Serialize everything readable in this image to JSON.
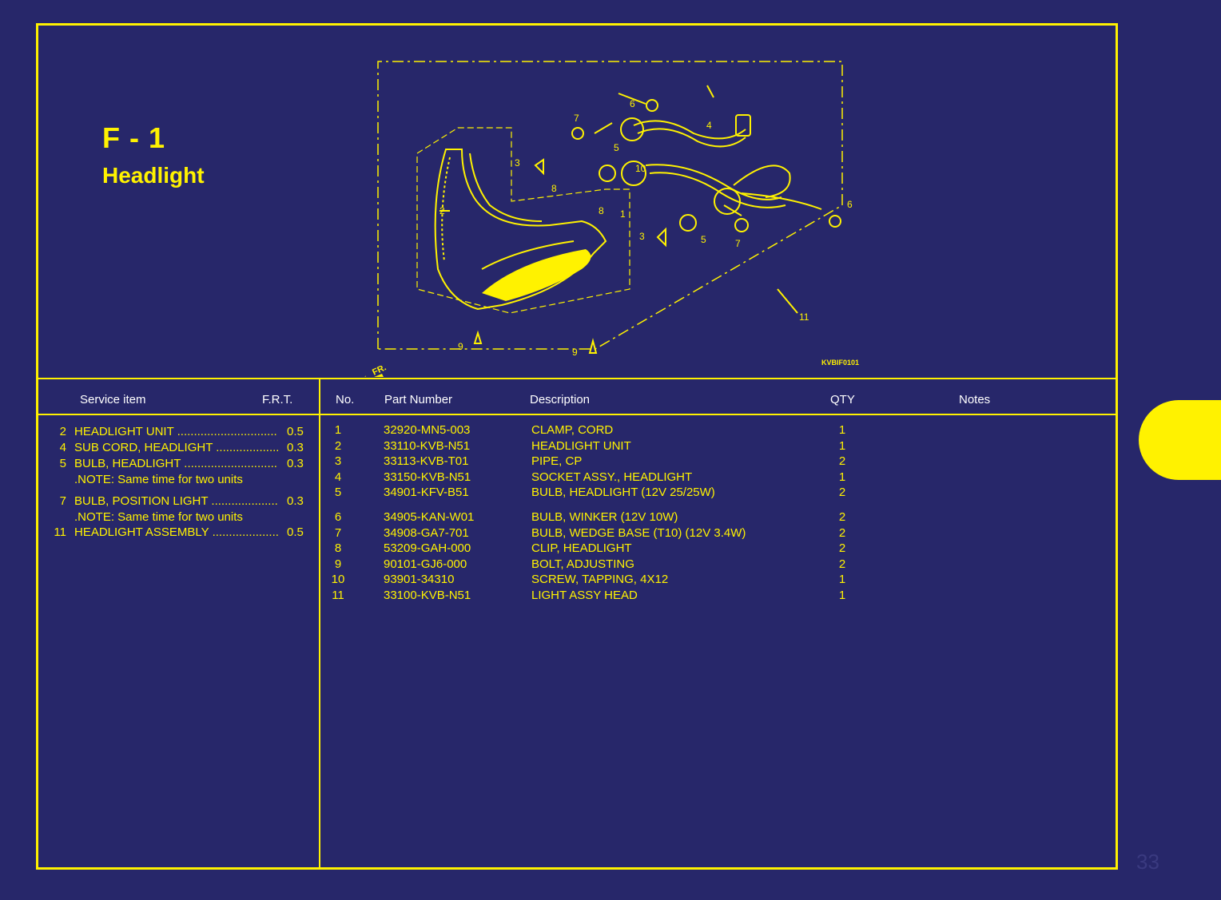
{
  "section": {
    "code": "F - 1",
    "title": "Headlight"
  },
  "figure": {
    "code": "KVBIF0101",
    "front_marker": "FR.",
    "callouts": [
      "1",
      "2",
      "3",
      "3",
      "4",
      "5",
      "5",
      "6",
      "6",
      "7",
      "7",
      "8",
      "8",
      "9",
      "9",
      "10",
      "11"
    ]
  },
  "service_table": {
    "header": {
      "item": "Service item",
      "frt": "F.R.T."
    },
    "rows": [
      {
        "num": "2",
        "name": "HEADLIGHT UNIT",
        "frt": "0.5"
      },
      {
        "num": "4",
        "name": "SUB CORD, HEADLIGHT",
        "frt": "0.3"
      },
      {
        "num": "5",
        "name": "BULB, HEADLIGHT",
        "frt": "0.3"
      },
      {
        "num": "7",
        "name": "BULB, POSITION LIGHT",
        "frt": "0.3"
      },
      {
        "num": "11",
        "name": "HEADLIGHT ASSEMBLY",
        "frt": "0.5"
      }
    ],
    "notes": [
      ".NOTE: Same time for two units",
      ".NOTE: Same time for two units"
    ]
  },
  "parts_table": {
    "header": {
      "no": "No.",
      "part_number": "Part Number",
      "description": "Description",
      "qty": "QTY",
      "notes": "Notes"
    },
    "rows": [
      {
        "no": "1",
        "part_number": "32920-MN5-003",
        "description": "CLAMP, CORD",
        "qty": "1"
      },
      {
        "no": "2",
        "part_number": "33110-KVB-N51",
        "description": "HEADLIGHT UNIT",
        "qty": "1"
      },
      {
        "no": "3",
        "part_number": "33113-KVB-T01",
        "description": "PIPE, CP",
        "qty": "2"
      },
      {
        "no": "4",
        "part_number": "33150-KVB-N51",
        "description": "SOCKET ASSY., HEADLIGHT",
        "qty": "1"
      },
      {
        "no": "5",
        "part_number": "34901-KFV-B51",
        "description": "BULB, HEADLIGHT (12V 25/25W)",
        "qty": "2"
      },
      {
        "no": "6",
        "part_number": "34905-KAN-W01",
        "description": "BULB, WINKER (12V 10W)",
        "qty": "2"
      },
      {
        "no": "7",
        "part_number": "34908-GA7-701",
        "description": "BULB, WEDGE BASE (T10) (12V 3.4W)",
        "qty": "2"
      },
      {
        "no": "8",
        "part_number": "53209-GAH-000",
        "description": "CLIP, HEADLIGHT",
        "qty": "2"
      },
      {
        "no": "9",
        "part_number": "90101-GJ6-000",
        "description": "BOLT, ADJUSTING",
        "qty": "2"
      },
      {
        "no": "10",
        "part_number": "93901-34310",
        "description": "SCREW, TAPPING, 4X12",
        "qty": "1"
      },
      {
        "no": "11",
        "part_number": "33100-KVB-N51",
        "description": "LIGHT ASSY HEAD",
        "qty": "1"
      }
    ]
  },
  "page_number": "33",
  "colors": {
    "background": "#27276a",
    "accent": "#fff200"
  }
}
